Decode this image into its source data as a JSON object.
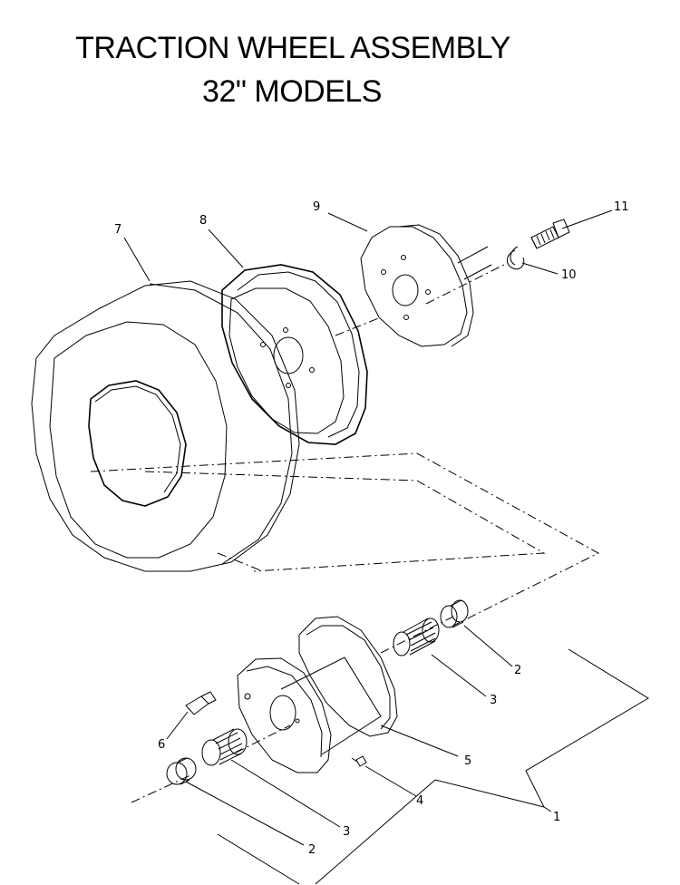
{
  "title": {
    "line1": "TRACTION WHEEL ASSEMBLY",
    "line2": "32\" MODELS"
  },
  "callouts": [
    "1",
    "2",
    "2",
    "3",
    "3",
    "4",
    "5",
    "6",
    "7",
    "8",
    "9",
    "10",
    "11"
  ],
  "colors": {
    "line": "#000000",
    "background": "#ffffff"
  }
}
